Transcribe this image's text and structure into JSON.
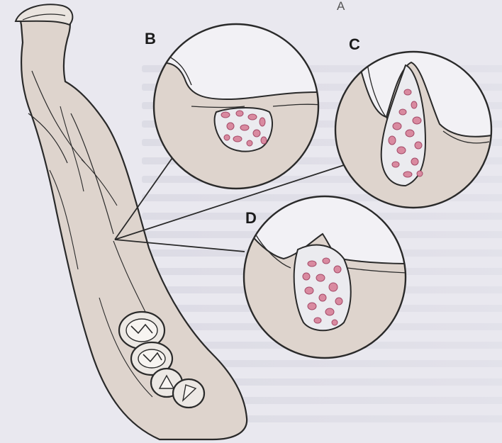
{
  "figure": {
    "labels": {
      "top": "A",
      "b": "B",
      "c": "C",
      "d": "D"
    },
    "colors": {
      "background": "#e9e8ef",
      "bone": "#ded4cd",
      "bone_shade": "#cdbfb5",
      "outline": "#2a2a2a",
      "cancellous": "#e6e6ea",
      "marrow": "#d98aa0",
      "marrow_edge": "#a44a68",
      "circle_fill": "#f2f1f5"
    },
    "icons": [
      "mandible-illustration",
      "molar-tooth-icon",
      "premolar-tooth-icon",
      "magnifier-circle"
    ]
  }
}
